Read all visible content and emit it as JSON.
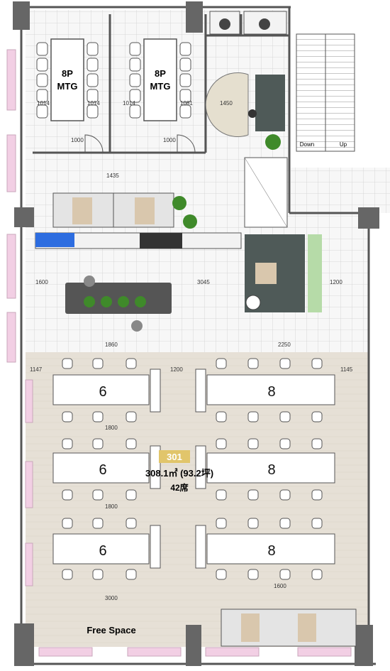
{
  "rooms": {
    "mtg_left": {
      "line1": "8P",
      "line2": "MTG"
    },
    "mtg_right": {
      "line1": "8P",
      "line2": "MTG"
    },
    "free_space": "Free Space"
  },
  "area": {
    "badge": "301",
    "size": "308.1㎡ (93.2坪)",
    "seats": "42席"
  },
  "stairs": {
    "down": "Down",
    "up": "Up"
  },
  "island_labels": [
    "6",
    "8",
    "6",
    "8",
    "6",
    "8"
  ],
  "dimensions": {
    "d1014a": "1014",
    "d1014b": "1014",
    "d1014c": "1014",
    "d1081": "1081",
    "d1000a": "1000",
    "d1000b": "1000",
    "d1450": "1450",
    "d1435": "1435",
    "d1600a": "1600",
    "d3045": "3045",
    "d1200a": "1200",
    "d1860": "1860",
    "d2250": "2250",
    "d1147": "1147",
    "d1200b": "1200",
    "d1145": "1145",
    "d1800a": "1800",
    "d1800b": "1800",
    "d3000": "3000",
    "d1600b": "1600"
  },
  "colors": {
    "wall": "#555555",
    "floor_grid": "#d5d5d5",
    "carpet": "#e6e0d6",
    "desk": "#ffffff",
    "plant": "#3f8a2a",
    "window_pink": "#f2cfe4",
    "sofa": "#4f5a58",
    "badge": "#e1c56b"
  }
}
